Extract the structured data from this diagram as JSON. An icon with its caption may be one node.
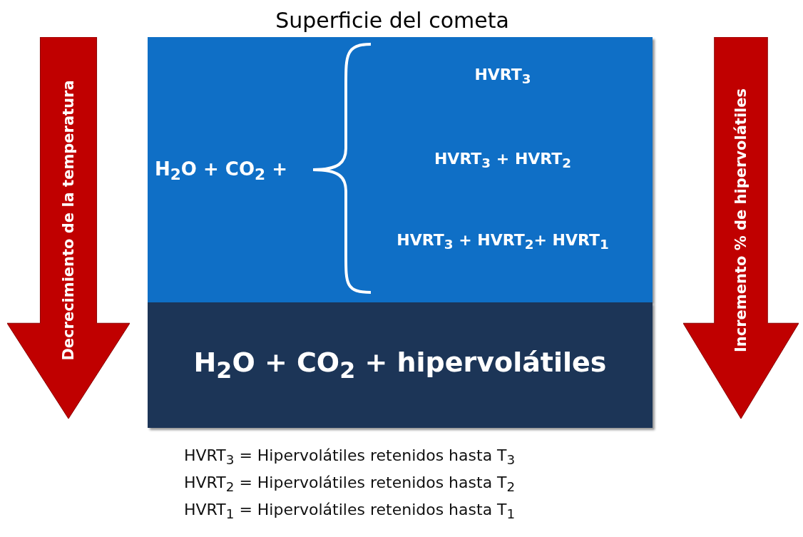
{
  "diagram": {
    "title": "Superficie del cometa",
    "nodes": [
      {
        "text": [
          "Decrecimiento de la temperatura"
        ]
      },
      {
        "text": [
          "H$_{2}$O + CO$_{2}$ +"
        ]
      },
      {
        "text": [
          "HVRT$_{3}$"
        ],
        "in": 1
      },
      {
        "text": [
          "HVRT$_{3}$ + HVRT$_{2}$"
        ],
        "in": 1
      },
      {
        "text": [
          "HVRT$_{3}$ + HVRT$_{2}$+ HVRT$_{1}$"
        ],
        "in": 1
      },
      {
        "text": [
          "Incremento % de hipervolátiles"
        ]
      },
      {
        "text": [
          "H$_{2}$O + CO$_{2}$ + hipervolátiles"
        ]
      }
    ],
    "labels": [
      "HVRT$_{3}$ = Hipervolátiles retenidos hasta T$_{3}$",
      "HVRT$_{2}$ = Hipervolátiles retenidos hasta T$_{2}$",
      "HVRT$_{1}$ = Hipervolátiles retenidos hasta T$_{1}$"
    ]
  }
}
